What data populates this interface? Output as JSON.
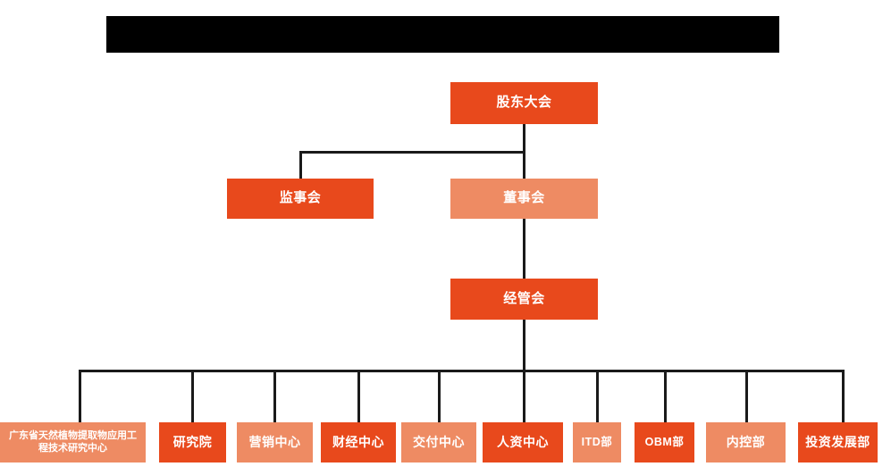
{
  "diagram": {
    "title_banner": {
      "label": "",
      "state": "redacted",
      "color": "#000000"
    },
    "colors": {
      "dark_orange": "#e8491c",
      "light_orange": "#ee8b63",
      "line": "#1a1a1a",
      "background": "#ffffff",
      "text": "#ffffff"
    },
    "levels": {
      "level1": [
        {
          "id": "shareholders-meeting",
          "label": "股东大会",
          "tone": "dark"
        }
      ],
      "level2": [
        {
          "id": "supervisory-board",
          "label": "监事会",
          "tone": "dark"
        },
        {
          "id": "board-of-directors",
          "label": "董事会",
          "tone": "light"
        }
      ],
      "level3": [
        {
          "id": "management-committee",
          "label": "经管会",
          "tone": "dark"
        }
      ],
      "level4": [
        {
          "id": "guangdong-research-center",
          "label": "广东省天然植物提取物应用工程技术研究中心",
          "tone": "light"
        },
        {
          "id": "research-institute",
          "label": "研究院",
          "tone": "dark"
        },
        {
          "id": "marketing-center",
          "label": "营销中心",
          "tone": "light"
        },
        {
          "id": "finance-center",
          "label": "财经中心",
          "tone": "dark"
        },
        {
          "id": "delivery-center",
          "label": "交付中心",
          "tone": "light"
        },
        {
          "id": "hr-center",
          "label": "人资中心",
          "tone": "dark"
        },
        {
          "id": "itd-department",
          "label": "ITD部",
          "tone": "light"
        },
        {
          "id": "obm-department",
          "label": "OBM部",
          "tone": "dark"
        },
        {
          "id": "internal-control-department",
          "label": "内控部",
          "tone": "light"
        },
        {
          "id": "investment-development-department",
          "label": "投资发展部",
          "tone": "dark"
        }
      ]
    }
  }
}
